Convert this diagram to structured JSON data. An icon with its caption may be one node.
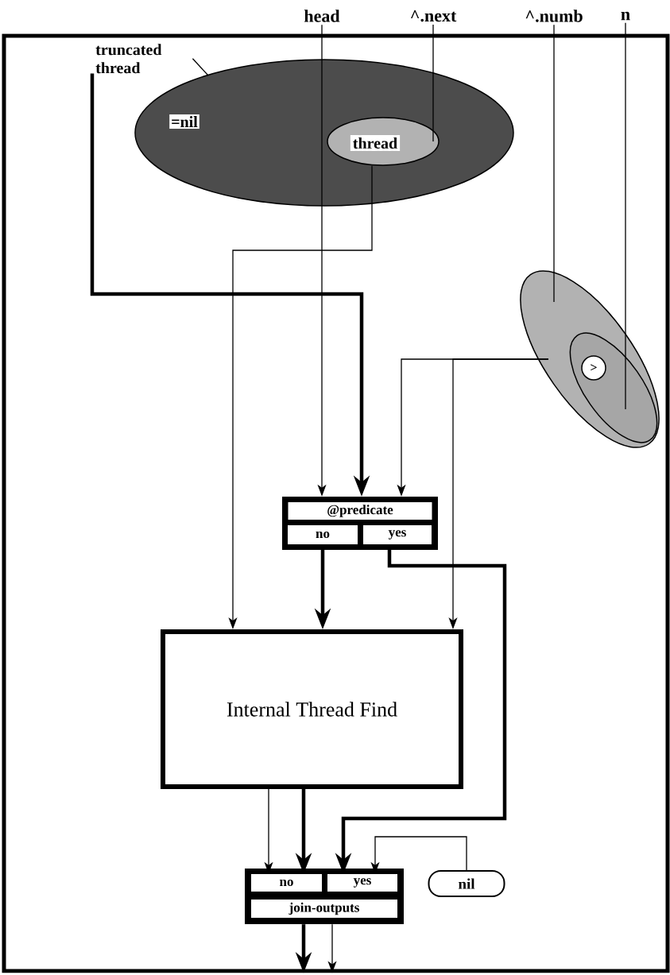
{
  "diagram": {
    "nodes": [
      {
        "text": [
          "head"
        ]
      },
      {
        "text": [
          "^.next"
        ]
      },
      {
        "text": [
          "^.numb"
        ]
      },
      {
        "text": [
          "n"
        ]
      },
      {
        "text": [],
        "shape": "box"
      },
      {
        "text": [
          "truncated thread"
        ],
        "in": 4
      },
      {
        "text": [
          "=nil"
        ],
        "in": 4
      },
      {
        "text": [
          "thread"
        ],
        "in": 6
      },
      {
        "text": [],
        "shape": "ellipse",
        "in": 4
      },
      {
        "text": [],
        "shape": "ellipse",
        "in": 8
      },
      {
        "text": [
          ">"
        ],
        "in": 9
      },
      {
        "text": [
          "@predicate"
        ],
        "in": 4
      },
      {
        "text": [
          "no"
        ],
        "in": 11
      },
      {
        "text": [
          "yes"
        ],
        "in": 11
      },
      {
        "text": [
          "Internal Thread Find"
        ],
        "in": 4
      },
      {
        "text": [
          "join-outputs"
        ],
        "in": 4
      },
      {
        "text": [
          "no"
        ],
        "in": 15
      },
      {
        "text": [
          "yes"
        ],
        "in": 15
      },
      {
        "text": [
          "nil"
        ],
        "in": 4
      }
    ],
    "edges": [
      {
        "from": 0,
        "to": 11,
        "arrow": "to"
      },
      {
        "from": 1,
        "to": 7,
        "arrow": "none"
      },
      {
        "from": 2,
        "to": 8,
        "arrow": "none"
      },
      {
        "from": 3,
        "to": 9,
        "arrow": "none"
      },
      {
        "from": 5,
        "to": 6,
        "arrow": "none"
      },
      {
        "from": 5,
        "to": 11,
        "arrow": "to",
        "style": "thick"
      },
      {
        "from": 7,
        "to": 14,
        "arrow": "to"
      },
      {
        "from": 8,
        "to": 11,
        "arrow": "to"
      },
      {
        "from": 8,
        "to": 14,
        "arrow": "to"
      },
      {
        "from": 12,
        "to": 14,
        "arrow": "to",
        "style": "thick"
      },
      {
        "from": 13,
        "to": 17,
        "arrow": "to",
        "style": "thick"
      },
      {
        "from": 14,
        "to": 16,
        "arrow": "to"
      },
      {
        "from": 14,
        "to": 16,
        "arrow": "to",
        "style": "thick"
      },
      {
        "from": 18,
        "to": 17,
        "arrow": "to"
      },
      {
        "from": 15,
        "to": 4,
        "arrow": "to",
        "style": "thick"
      },
      {
        "from": 15,
        "to": 4,
        "arrow": "to"
      }
    ]
  }
}
